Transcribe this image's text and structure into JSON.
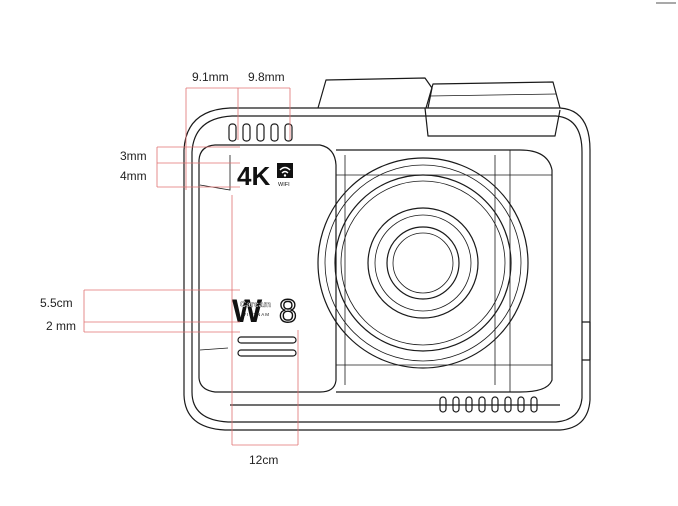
{
  "dimensions": {
    "top_left": "9.1mm",
    "top_right": "9.8mm",
    "left_1": "3mm",
    "left_2": "4mm",
    "left_3": "5.5cm",
    "left_4": "2 mm",
    "bottom": "12cm"
  },
  "labels": {
    "resolution_badge": "4K",
    "wifi_text": "WIFI",
    "brand_letter": "W",
    "model_digit": "8",
    "brand_name": "Carcam",
    "brand_sub": "VIETNAM"
  },
  "icons": {
    "wifi": "wifi-icon"
  }
}
